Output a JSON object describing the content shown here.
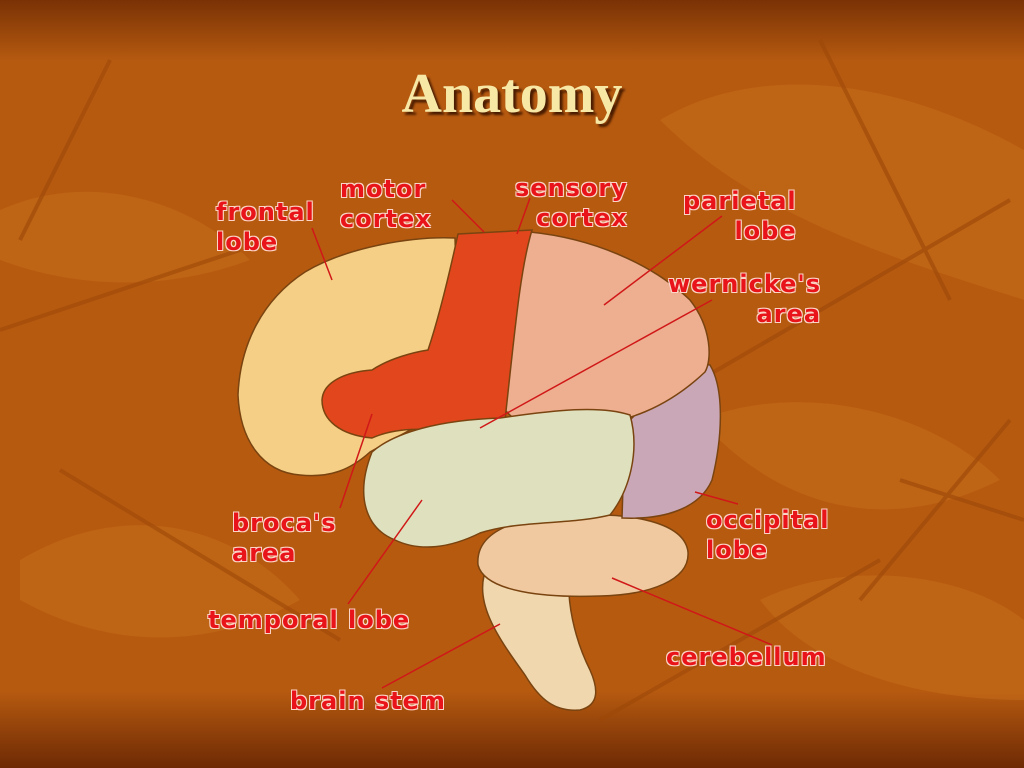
{
  "slide": {
    "title": "Anatomy"
  },
  "colors": {
    "background": "#b65a10",
    "title_text": "#f8e8a6",
    "label_text": "#e8141a",
    "leader_line": "#d01818",
    "frontal_lobe": "#f6cf86",
    "motor_cortex": "#e2461c",
    "parietal_lobe": "#eeae90",
    "temporal_lobe": "#dfe1be",
    "occipital_lobe": "#c9a7b7",
    "cerebellum": "#f0c9a0",
    "brain_stem": "#f1d7ae"
  },
  "labels": {
    "frontal_lobe": [
      "frontal",
      "lobe"
    ],
    "motor_cortex": [
      "motor",
      "cortex"
    ],
    "sensory_cortex": [
      "sensory",
      "cortex"
    ],
    "parietal_lobe": [
      "parietal",
      "lobe"
    ],
    "wernickes_area": [
      "wernicke's",
      "area"
    ],
    "brocas_area": [
      "broca's",
      "area"
    ],
    "occipital_lobe": [
      "occipital",
      "lobe"
    ],
    "temporal_lobe": [
      "temporal lobe"
    ],
    "cerebellum": [
      "cerebellum"
    ],
    "brain_stem": [
      "brain stem"
    ]
  }
}
